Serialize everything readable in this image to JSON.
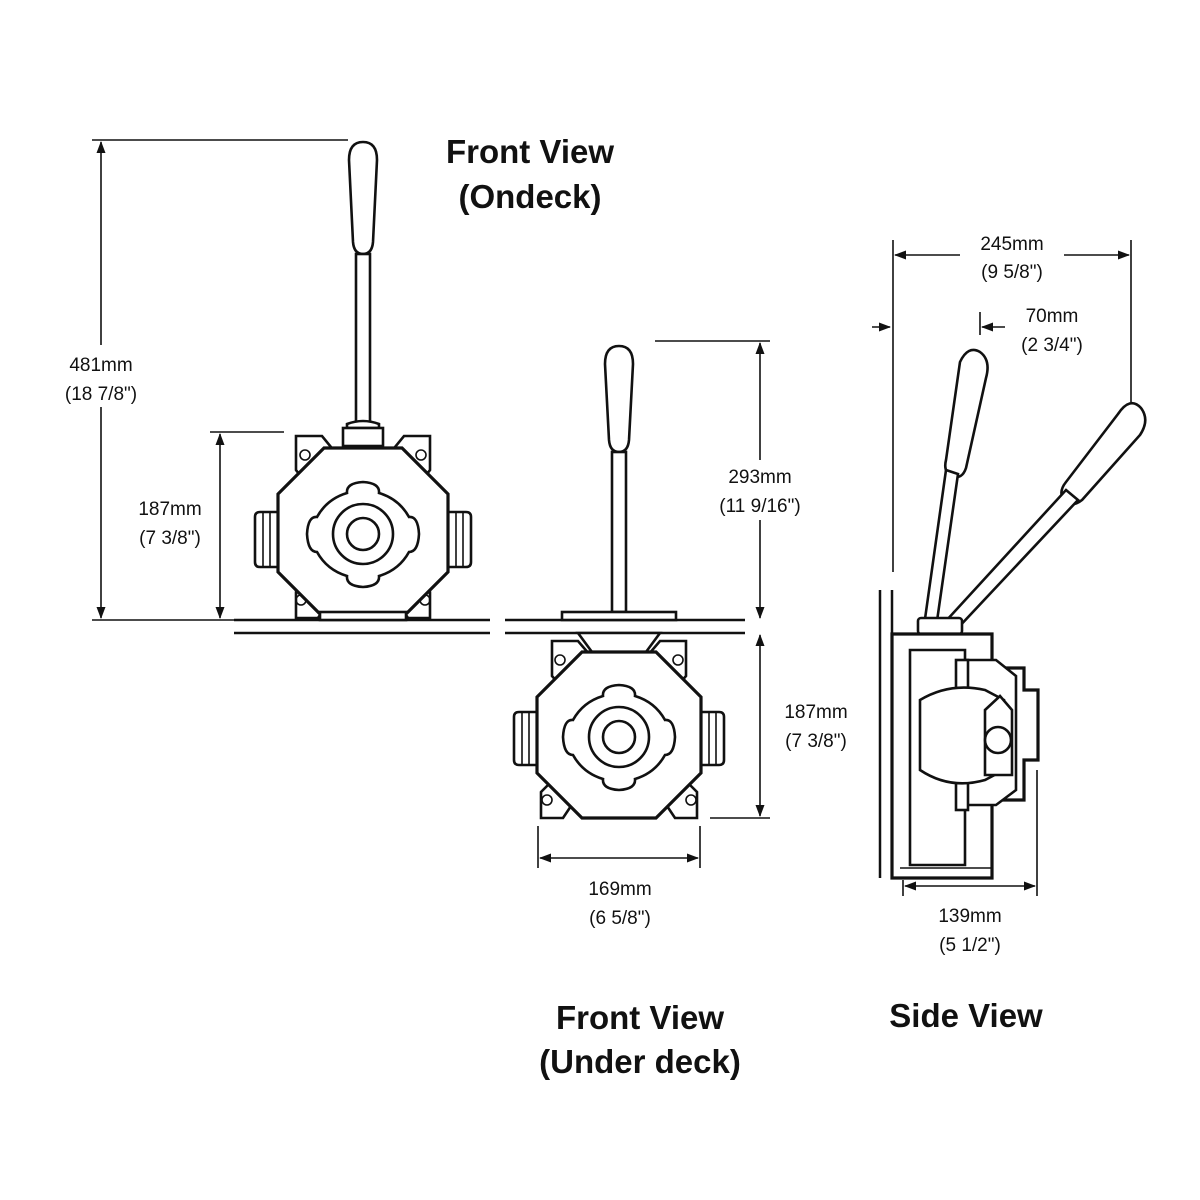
{
  "views": {
    "ondeck": {
      "title_line1": "Front View",
      "title_line2": "(Ondeck)"
    },
    "underdeck": {
      "title_line1": "Front View",
      "title_line2": "(Under deck)"
    },
    "side": {
      "title": "Side View"
    }
  },
  "dimensions": {
    "ondeck_total_height": {
      "mm": "481mm",
      "inch": "(18 7/8\")"
    },
    "ondeck_body_height": {
      "mm": "187mm",
      "inch": "(7 3/8\")"
    },
    "underdeck_handle_height": {
      "mm": "293mm",
      "inch": "(11 9/16\")"
    },
    "underdeck_body_height": {
      "mm": "187mm",
      "inch": "(7 3/8\")"
    },
    "underdeck_width": {
      "mm": "169mm",
      "inch": "(6 5/8\")"
    },
    "side_total_width": {
      "mm": "245mm",
      "inch": "(9 5/8\")"
    },
    "side_handle_offset": {
      "mm": "70mm",
      "inch": "(2 3/4\")"
    },
    "side_body_depth": {
      "mm": "139mm",
      "inch": "(5 1/2\")"
    }
  }
}
